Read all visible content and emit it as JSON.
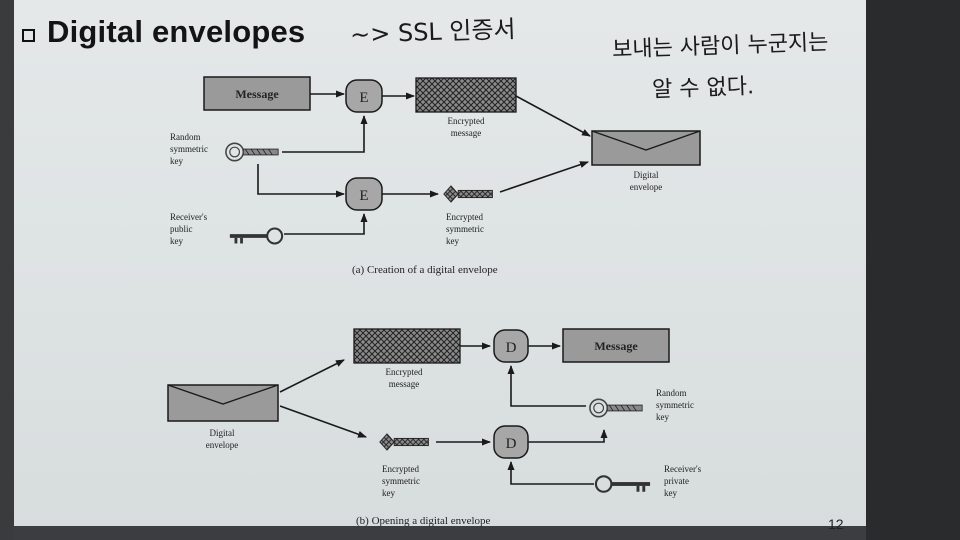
{
  "slide": {
    "title": "Digital envelopes",
    "page_number": "12"
  },
  "annotations": {
    "ssl_note": "~> SSL 인증서",
    "sender_note_line1": "보내는 사람이 누군지는",
    "sender_note_line2": "알 수 없다."
  },
  "creation": {
    "message_label": "Message",
    "encrypt_op_1": "E",
    "encrypt_op_2": "E",
    "random_key_label": [
      "Random",
      "symmetric",
      "key"
    ],
    "receiver_public_key_label": [
      "Receiver's",
      "public",
      "key"
    ],
    "encrypted_message_label": [
      "Encrypted",
      "message"
    ],
    "encrypted_key_label": [
      "Encrypted",
      "symmetric",
      "key"
    ],
    "digital_envelope_label": [
      "Digital",
      "envelope"
    ],
    "caption": "(a) Creation of a digital envelope"
  },
  "opening": {
    "digital_envelope_label": [
      "Digital",
      "envelope"
    ],
    "encrypted_message_label": [
      "Encrypted",
      "message"
    ],
    "encrypted_key_label": [
      "Encrypted",
      "symmetric",
      "key"
    ],
    "decrypt_op_1": "D",
    "decrypt_op_2": "D",
    "message_label": "Message",
    "random_key_label": [
      "Random",
      "symmetric",
      "key"
    ],
    "receiver_private_key_label": [
      "Receiver's",
      "private",
      "key"
    ],
    "caption": "(b) Opening a digital envelope"
  },
  "colors": {
    "box_fill": "#9a9a9a",
    "line": "#1a1a1a",
    "background": "#e1e5e6"
  }
}
